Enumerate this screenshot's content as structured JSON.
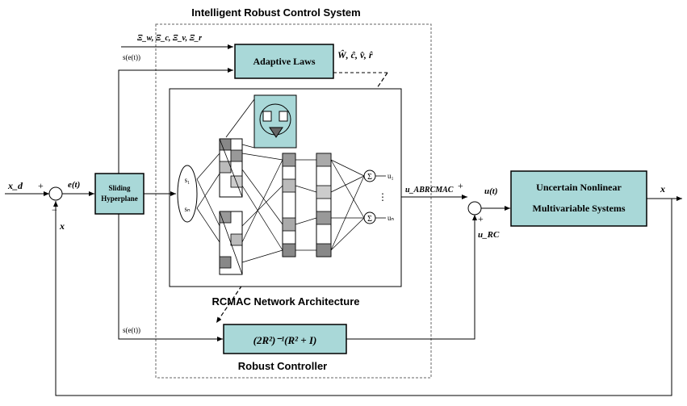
{
  "title": "Intelligent Robust Control System",
  "subtitles": {
    "network": "RCMAC Network Architecture",
    "controller": "Robust Controller"
  },
  "blocks": {
    "adaptive_laws": "Adaptive Laws",
    "sliding_line1": "Sliding",
    "sliding_line2": "Hyperplane",
    "plant_line1": "Uncertain Nonlinear",
    "plant_line2": "Multivariable  Systems",
    "robust_formula": "(2R²)⁻¹(R² + I)"
  },
  "signals": {
    "xd": "x_d",
    "e_t": "e(t)",
    "x_out": "x",
    "x_feedback": "x",
    "u_t": "u(t)",
    "u_abrcmac": "u_ABRCMAC",
    "u_rc": "u_RC",
    "s_top": "s(e(t))",
    "s_bottom": "s(e(t))",
    "param_est": "Ŵ, ĉ, v̂, r̂",
    "learning_rates": "Ξ_w, Ξ_c, Ξ_v, Ξ_r",
    "plus1": "+",
    "minus1": "−",
    "plus2": "+",
    "plus3": "+"
  },
  "network": {
    "inputs": [
      "s₁",
      "sₙ"
    ],
    "outputs": [
      "u₁",
      "uₙ"
    ],
    "sum_symbol": "Σ",
    "dots": "⋮"
  }
}
